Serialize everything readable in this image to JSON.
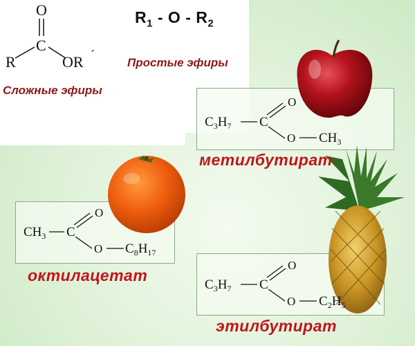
{
  "general_ester": {
    "R": "R",
    "O_top": "O",
    "C": "C",
    "OR": "OR",
    "prime": "´"
  },
  "ether_formula": {
    "r1": "R",
    "s1": "1",
    "mid": " - O - ",
    "r2": "R",
    "s2": "2"
  },
  "labels": {
    "esters": "Сложные эфиры",
    "ethers": "Простые эфиры"
  },
  "examples": [
    {
      "name": "метилбутират",
      "left_group": [
        "C",
        "3",
        "H",
        "7"
      ],
      "right_group": [
        "CH",
        "3"
      ]
    },
    {
      "name": "октилацетат",
      "left_group": [
        "CH",
        "3"
      ],
      "right_group": [
        "C",
        "8",
        "H",
        "17"
      ]
    },
    {
      "name": "этилбутират",
      "left_group": [
        "C",
        "3",
        "H",
        "7"
      ],
      "right_group": [
        "C",
        "2",
        "H",
        "5"
      ]
    }
  ],
  "atoms": {
    "C": "C",
    "O": "O"
  },
  "colors": {
    "ester_label": "#8b1a1a",
    "name_label": "#c0151a",
    "background": "#e2f3dc"
  },
  "icons": [
    "apple-icon",
    "orange-icon",
    "pineapple-icon"
  ]
}
